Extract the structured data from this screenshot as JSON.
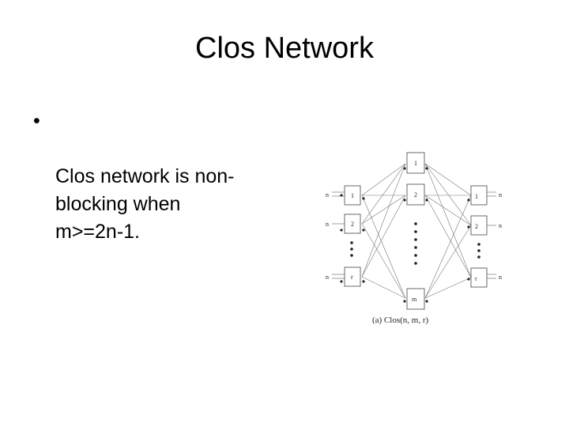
{
  "slide": {
    "title": "Clos Network",
    "bullets": [
      {
        "text": "Clos network is non-\nblocking when\nm>=2n-1."
      }
    ]
  },
  "diagram": {
    "caption": "(a) Clos(n, m, r)",
    "input_stage": {
      "switch_labels": [
        "1",
        "2",
        "r"
      ],
      "port_labels": [
        "n",
        "n",
        "n"
      ]
    },
    "middle_stage": {
      "switch_labels": [
        "1",
        "2",
        "m"
      ]
    },
    "output_stage": {
      "switch_labels": [
        "1",
        "2",
        "r"
      ],
      "port_labels": [
        "n",
        "n",
        "n"
      ]
    }
  }
}
